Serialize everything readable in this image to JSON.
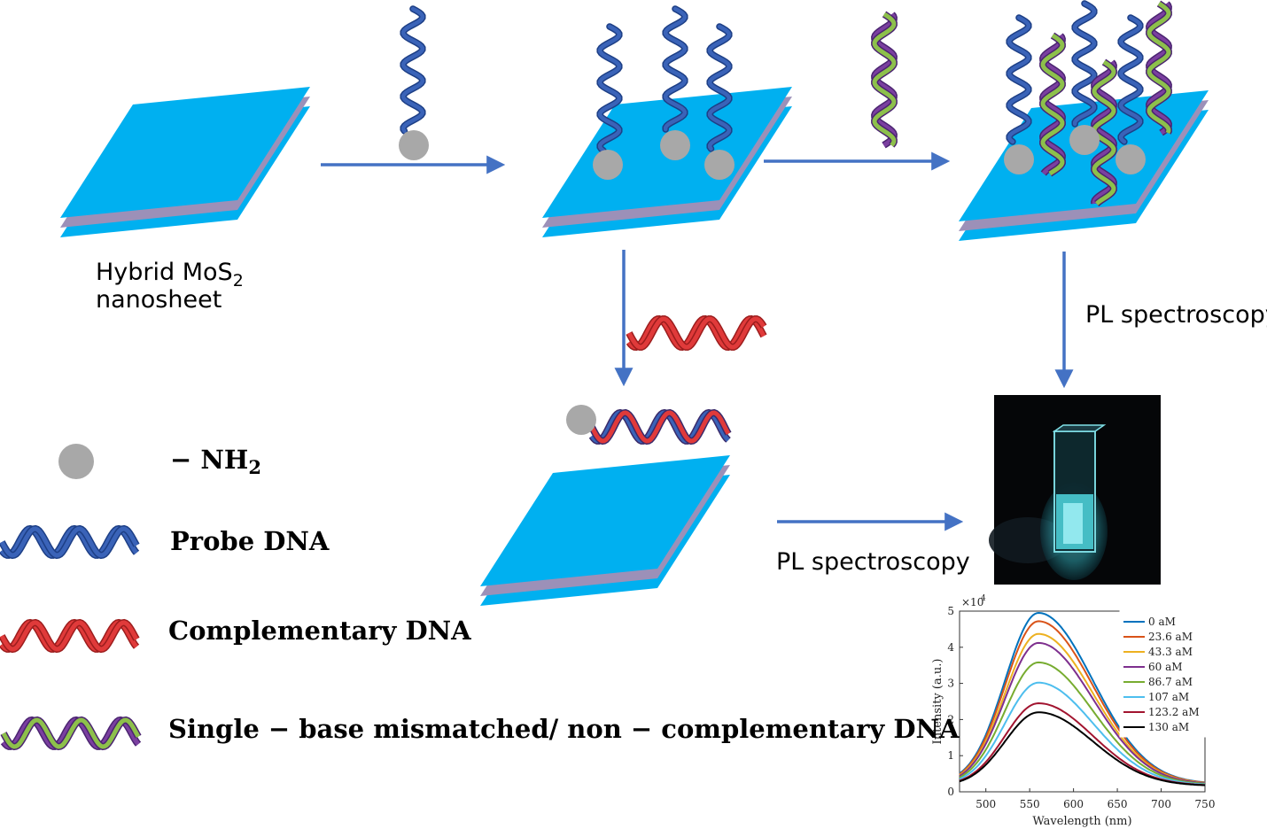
{
  "labels": {
    "nanosheet_line1": "Hybrid MoS",
    "nanosheet_sub": "2",
    "nanosheet_line2": "nanosheet",
    "pl_spectroscopy_right": "PL spectroscopy",
    "pl_spectroscopy_bottom": "PL spectroscopy"
  },
  "legend": {
    "nh2_prefix": "− NH",
    "nh2_sub": "2",
    "probe": "Probe DNA",
    "complementary": "Complementary DNA",
    "mismatched": "Single − base mismatched/ non − complementary DNA"
  },
  "colors": {
    "sheet_top": "#00b0f0",
    "sheet_mid": "#9c90b8",
    "arrow": "#4472c4",
    "probe_dna": "#3a63b8",
    "complementary_dna": "#e03a3a",
    "mismatch_dna_a": "#8dc04b",
    "mismatch_dna_b": "#7b3fa0",
    "nh2_bead": "#a8a8a8",
    "cuvette_glow": "#6ff0f5"
  },
  "chart_data": {
    "type": "line",
    "xlabel": "Wavelength (nm)",
    "ylabel": "Intensity (a.u.)",
    "y_multiplier": "×10",
    "y_multiplier_exp": "4",
    "xlim": [
      470,
      750
    ],
    "ylim": [
      0,
      5
    ],
    "xticks": [
      "500",
      "550",
      "600",
      "650",
      "700",
      "750"
    ],
    "yticks": [
      "0",
      "1",
      "2",
      "3",
      "4",
      "5"
    ],
    "peak_wavelength": 560,
    "legend_position": "top-right",
    "series": [
      {
        "name": "0 aM",
        "peak": 4.95,
        "color": "#0072bd"
      },
      {
        "name": "23.6 aM",
        "peak": 4.72,
        "color": "#d95319"
      },
      {
        "name": "43.3 aM",
        "peak": 4.37,
        "color": "#edb120"
      },
      {
        "name": "60 aM",
        "peak": 4.12,
        "color": "#7e2f8e"
      },
      {
        "name": "86.7 aM",
        "peak": 3.58,
        "color": "#77ac30"
      },
      {
        "name": "107 aM",
        "peak": 3.02,
        "color": "#4dbeee"
      },
      {
        "name": "123.2 aM",
        "peak": 2.45,
        "color": "#a2142f"
      },
      {
        "name": "130 aM",
        "peak": 2.2,
        "color": "#000000"
      }
    ]
  }
}
